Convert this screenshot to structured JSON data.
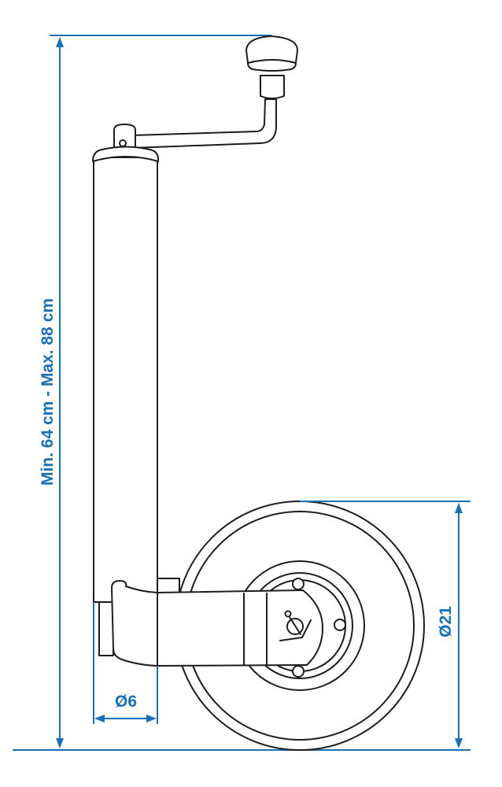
{
  "diagram": {
    "subject": "jockey wheel",
    "colors": {
      "dimension": "#1a6fb5",
      "outline": "#1d1d1d",
      "background": "#ffffff"
    },
    "dimensions": {
      "height_label": "Min. 64 cm - Max. 88 cm",
      "tube_diameter_label": "Ø6",
      "wheel_diameter_label": "Ø21"
    },
    "parts": [
      "crank-handle-knob",
      "crank-arm",
      "outer-tube",
      "wheel-fork",
      "wheel",
      "hub",
      "linch-pin"
    ]
  }
}
